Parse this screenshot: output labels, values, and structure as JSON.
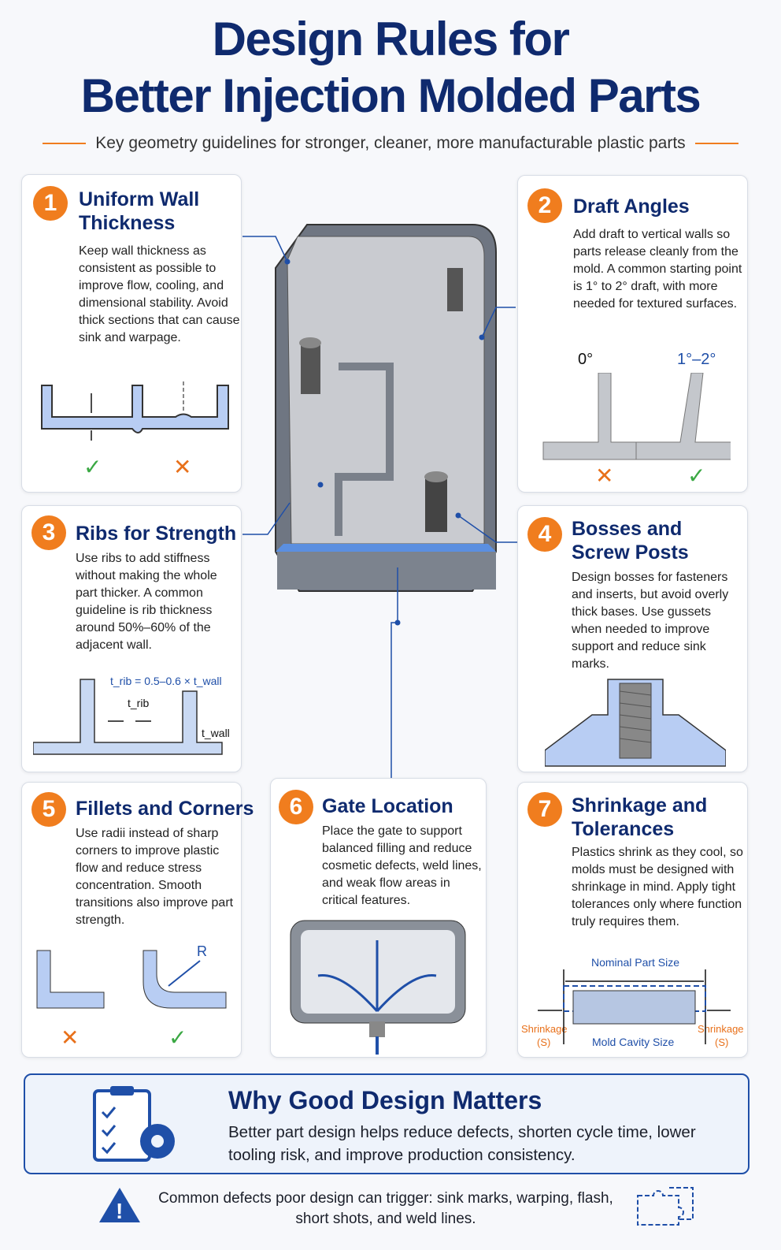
{
  "header": {
    "title_line1": "Design Rules for",
    "title_line2": "Better Injection Molded Parts",
    "subtitle": "Key geometry guidelines for stronger, cleaner, more manufacturable plastic parts"
  },
  "cards": [
    {
      "num": "1",
      "title": "Uniform Wall Thickness",
      "body": "Keep wall thickness as consistent as possible to improve flow, cooling, and dimensional stability. Avoid thick sections that can cause sink and warpage."
    },
    {
      "num": "2",
      "title": "Draft Angles",
      "body": "Add draft to vertical walls so parts release cleanly from the mold. A common starting point is 1° to 2° draft, with more needed for textured surfaces.",
      "label_bad": "0°",
      "label_good": "1°–2°"
    },
    {
      "num": "3",
      "title": "Ribs for Strength",
      "body": "Use ribs to add stiffness without making the whole part thicker. A common guideline is rib thickness around 50%–60% of the adjacent wall.",
      "formula": "t_rib = 0.5–0.6 × t_wall",
      "trib": "t_rib",
      "twall": "t_wall"
    },
    {
      "num": "4",
      "title": "Bosses and Screw Posts",
      "body": "Design bosses for fasteners and inserts, but avoid overly thick bases. Use gussets when needed to improve support and reduce sink marks."
    },
    {
      "num": "5",
      "title": "Fillets and Corners",
      "body": "Use radii instead of sharp corners to improve plastic flow and reduce stress concentration. Smooth transitions also improve part strength.",
      "radius_label": "R"
    },
    {
      "num": "6",
      "title": "Gate Location",
      "body": "Place the gate to support balanced filling and reduce cosmetic defects, weld lines, and weak flow areas in critical features."
    },
    {
      "num": "7",
      "title": "Shrinkage and Tolerances",
      "body": "Plastics shrink as they cool, so molds must be designed with shrinkage in mind. Apply tight tolerances only where function truly requires them.",
      "nominal": "Nominal Part Size",
      "cavity": "Mold Cavity Size",
      "shrink": "Shrinkage",
      "shrink_sym": "(S)"
    }
  ],
  "why": {
    "title": "Why Good Design Matters",
    "body": "Better part design helps reduce defects, shorten cycle time, lower tooling risk, and improve production consistency."
  },
  "footer": {
    "text": "Common defects poor design can trigger: sink marks, warping, flash, short shots, and weld lines."
  },
  "colors": {
    "navy": "#0f2a6e",
    "accent": "#f07d1e",
    "blue": "#1f4fa8",
    "good": "#3aa843",
    "bad": "#e8701a"
  }
}
